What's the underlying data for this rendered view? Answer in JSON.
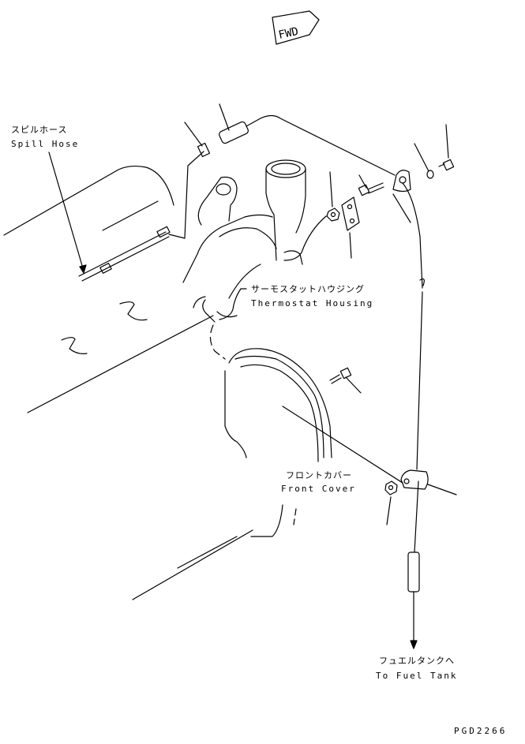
{
  "fwd": {
    "text": "FWD"
  },
  "labels": {
    "spill_hose": {
      "jp": "スピルホース",
      "en": "Spill Hose"
    },
    "thermostat_housing": {
      "jp": "サーモスタットハウジング",
      "en": "Thermostat Housing"
    },
    "front_cover": {
      "jp": "フロントカバー",
      "en": "Front Cover"
    },
    "fuel_tank": {
      "jp": "フュエルタンクへ",
      "en": "To Fuel Tank"
    }
  },
  "drawing_number": "PGD2266"
}
